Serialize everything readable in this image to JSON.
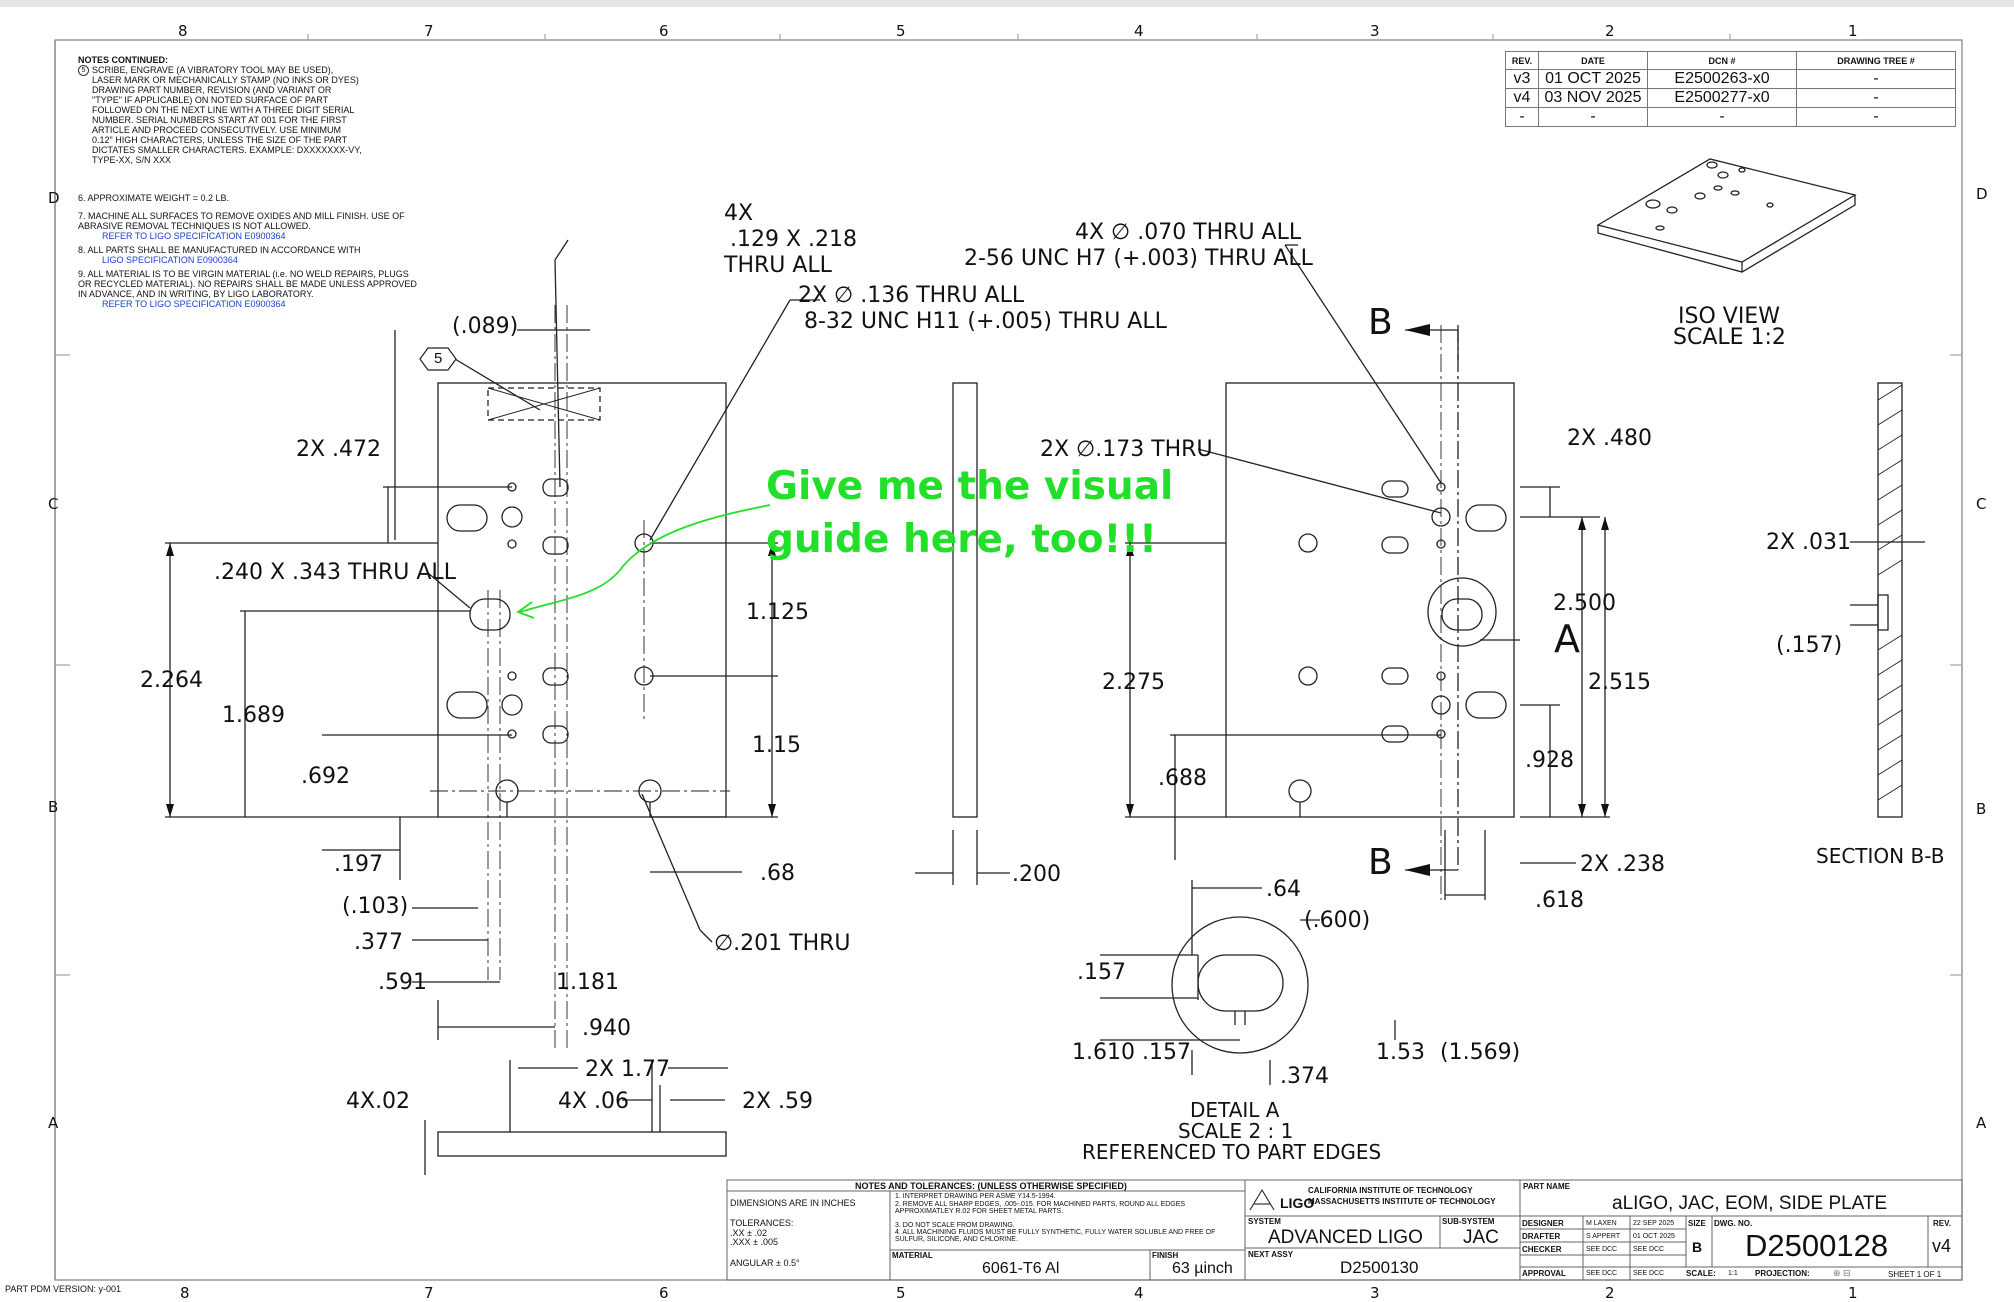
{
  "zones": {
    "columns": [
      "8",
      "7",
      "6",
      "5",
      "4",
      "3",
      "2",
      "1"
    ],
    "rows": [
      "D",
      "C",
      "B",
      "A"
    ]
  },
  "notes": {
    "heading": "NOTES CONTINUED:",
    "note5_marker": "5",
    "note5": "SCRIBE, ENGRAVE (A VIBRATORY TOOL MAY BE USED), LASER MARK OR MECHANICALLY STAMP (NO INKS OR DYES) DRAWING PART NUMBER, REVISION (AND VARIANT OR \"TYPE\" IF APPLICABLE) ON NOTED SURFACE OF PART FOLLOWED ON THE NEXT LINE WITH A THREE DIGIT SERIAL NUMBER. SERIAL NUMBERS START AT 001 FOR THE FIRST ARTICLE AND PROCEED CONSECUTIVELY. USE MINIMUM 0.12\" HIGH CHARACTERS, UNLESS THE SIZE OF THE PART DICTATES SMALLER CHARACTERS. EXAMPLE: DXXXXXXX-VY, TYPE-XX, S/N XXX",
    "note6": "6.  APPROXIMATE WEIGHT = 0.2 LB.",
    "note7": "7.  MACHINE ALL SURFACES TO REMOVE OXIDES AND MILL FINISH. USE OF ABRASIVE REMOVAL TECHNIQUES IS NOT ALLOWED.",
    "note7_link": "REFER TO LIGO SPECIFICATION E0900364",
    "note8": "8.  ALL PARTS SHALL BE MANUFACTURED IN ACCORDANCE WITH",
    "note8_link": "LIGO SPECIFICATION E0900364",
    "note9": "9.  ALL MATERIAL IS TO BE VIRGIN MATERIAL (i.e. NO WELD REPAIRS, PLUGS OR RECYCLED MATERIAL). NO REPAIRS SHALL BE MADE UNLESS APPROVED IN ADVANCE, AND IN WRITING, BY LIGO LABORATORY.",
    "note9_link": "REFER TO LIGO SPECIFICATION E0900364"
  },
  "revision_table": {
    "headers": [
      "REV.",
      "DATE",
      "DCN #",
      "DRAWING TREE #"
    ],
    "rows": [
      [
        "v3",
        "01 OCT 2025",
        "E2500263-x0",
        "-"
      ],
      [
        "v4",
        "03 NOV 2025",
        "E2500277-x0",
        "-"
      ],
      [
        "-",
        "-",
        "-",
        "-"
      ]
    ]
  },
  "iso_view": {
    "title": "ISO VIEW",
    "scale": "SCALE 1:2"
  },
  "front_view_dims": {
    "slot_callout_qty": "4X",
    "slot_callout_size": ".129 X .218",
    "slot_callout_thru": "THRU ALL",
    "tap_callout_1": "2X ∅ .136 THRU ALL",
    "tap_callout_2": "8-32 UNC  H11 (+.005) THRU ALL",
    "d089": "(.089)",
    "note_flag": "5",
    "d472": "2X .472",
    "slot_big": ".240 X .343 THRU ALL",
    "d2264": "2.264",
    "d1689": "1.689",
    "d692": ".692",
    "d197": ".197",
    "d103": "(.103)",
    "d377": ".377",
    "d591": ".591",
    "d1181": "1.181",
    "d940": ".940",
    "d1125": "1.125",
    "d115": "1.15",
    "d68": ".68",
    "d201": "∅.201 THRU"
  },
  "edge_view_dims": {
    "d200": ".200"
  },
  "bottom_view_dims": {
    "d177": "2X 1.77",
    "d06": "4X .06",
    "d59": "2X .59",
    "d02": "4X.02"
  },
  "back_view_dims": {
    "hole_callout_1": "4X ∅ .070 THRU ALL",
    "hole_callout_2": "2-56 UNC  H7 (+.003) THRU ALL",
    "d173": "2X ∅.173 THRU",
    "d480": "2X .480",
    "d2500": "2.500",
    "d2515": "2.515",
    "d2275": "2.275",
    "d928": ".928",
    "d688": ".688",
    "d238": "2X .238",
    "d618": ".618",
    "detail_label": "A",
    "section_label": "B"
  },
  "section_view": {
    "title": "SECTION B-B",
    "d031": "2X .031",
    "d157": "(.157)"
  },
  "detail_view": {
    "d64": ".64",
    "d600": "(.600)",
    "d157a": ".157",
    "d1610": "1.610",
    "d157b": ".157",
    "d374": ".374",
    "d153": "1.53",
    "d1569": "(1.569)",
    "title": "DETAIL A",
    "scale": "SCALE 2 : 1",
    "ref": "REFERENCED TO PART EDGES"
  },
  "annotation": {
    "line1": "Give me the visual",
    "line2": "guide here, too!!!",
    "color": "#22e02a"
  },
  "title_block": {
    "notes_title": "NOTES AND TOLERANCES: (UNLESS OTHERWISE SPECIFIED)",
    "dims_in": "DIMENSIONS ARE IN INCHES",
    "tolerances": "TOLERANCES:",
    "tol_xx": ".XX   ± .02",
    "tol_xxx": ".XXX  ± .005",
    "angular": "ANGULAR ± 0.5°",
    "tb_note1": "1. INTERPRET DRAWING PER ASME Y14.5-1994.",
    "tb_note2": "2. REMOVE ALL SHARP EDGES, .005-.015. FOR MACHINED PARTS, ROUND ALL EDGES APPROXIMATLEY R.02 FOR SHEET METAL PARTS.",
    "tb_note3": "3. DO NOT SCALE FROM DRAWING.",
    "tb_note4": "4. ALL MACHINING FLUIDS MUST BE FULLY SYNTHETIC, FULLY WATER SOLUBLE AND FREE OF SULFUR, SILICONE, AND CHLORINE.",
    "material_label": "MATERIAL",
    "material": "6061-T6 Al",
    "finish_label": "FINISH",
    "finish": "63  µinch",
    "logo_text": "LIGO",
    "inst1": "CALIFORNIA INSTITUTE OF TECHNOLOGY",
    "inst2": "MASSACHUSETTS INSTITUTE OF TECHNOLOGY",
    "system_label": "SYSTEM",
    "system": "ADVANCED LIGO",
    "subsystem_label": "SUB-SYSTEM",
    "subsystem": "JAC",
    "next_assy_label": "NEXT ASSY",
    "next_assy": "D2500130",
    "part_name_label": "PART NAME",
    "part_name": "aLIGO, JAC, EOM, SIDE PLATE",
    "designer_label": "DESIGNER",
    "designer": "M LAXEN",
    "designer_date": "22 SEP 2025",
    "drafter_label": "DRAFTER",
    "drafter": "S APPERT",
    "drafter_date": "01 OCT 2025",
    "checker_label": "CHECKER",
    "checker": "SEE DCC",
    "checker_date": "SEE DCC",
    "approval_label": "APPROVAL",
    "approval": "SEE DCC",
    "approval_date": "SEE DCC",
    "size_label": "SIZE",
    "size": "B",
    "dwg_label": "DWG. NO.",
    "dwg_no": "D2500128",
    "rev_label": "REV.",
    "rev": "v4",
    "scale_label": "SCALE:",
    "scale": "1:1",
    "projection_label": "PROJECTION:",
    "sheet": "SHEET 1 OF 1"
  },
  "pdm_version": "PART PDM VERSION: y-001"
}
